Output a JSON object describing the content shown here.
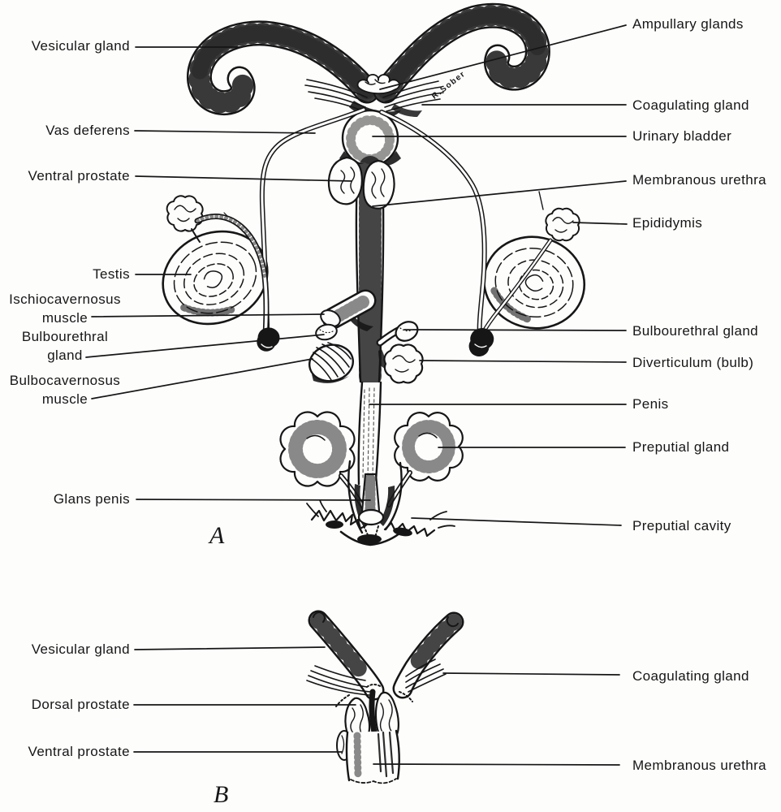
{
  "figure": {
    "description": "Anatomical line diagram of male reproductive organs, two panels",
    "colors": {
      "ink": "#161616",
      "background": "#fdfdfc"
    },
    "panel_a": {
      "letter": "A",
      "signature": "R.Sober",
      "labels_left": [
        {
          "id": "vesicular-gland",
          "line1": "Vesicular gland"
        },
        {
          "id": "vas-deferens",
          "line1": "Vas deferens"
        },
        {
          "id": "ventral-prostate",
          "line1": "Ventral prostate"
        },
        {
          "id": "testis",
          "line1": "Testis"
        },
        {
          "id": "ischiocavernosus-muscle",
          "line1": "Ischiocavernosus",
          "line2": "muscle"
        },
        {
          "id": "bulbourethral-gland-left",
          "line1": "Bulbourethral",
          "line2": "gland"
        },
        {
          "id": "bulbocavernosus-muscle",
          "line1": "Bulbocavernosus",
          "line2": "muscle"
        },
        {
          "id": "glans-penis",
          "line1": "Glans penis"
        }
      ],
      "labels_right": [
        {
          "id": "ampullary-glands",
          "line1": "Ampullary glands"
        },
        {
          "id": "coagulating-gland",
          "line1": "Coagulating gland"
        },
        {
          "id": "urinary-bladder",
          "line1": "Urinary bladder"
        },
        {
          "id": "membranous-urethra",
          "line1": "Membranous urethra"
        },
        {
          "id": "epididymis",
          "line1": "Epididymis"
        },
        {
          "id": "bulbourethral-gland-right",
          "line1": "Bulbourethral gland"
        },
        {
          "id": "diverticulum-bulb",
          "line1": "Diverticulum (bulb)"
        },
        {
          "id": "penis",
          "line1": "Penis"
        },
        {
          "id": "preputial-gland",
          "line1": "Preputial gland"
        },
        {
          "id": "preputial-cavity",
          "line1": "Preputial cavity"
        }
      ]
    },
    "panel_b": {
      "letter": "B",
      "labels_left": [
        {
          "id": "vesicular-gland-b",
          "line1": "Vesicular gland"
        },
        {
          "id": "dorsal-prostate-b",
          "line1": "Dorsal prostate"
        },
        {
          "id": "ventral-prostate-b",
          "line1": "Ventral prostate"
        }
      ],
      "labels_right": [
        {
          "id": "coagulating-gland-b",
          "line1": "Coagulating gland"
        },
        {
          "id": "membranous-urethra-b",
          "line1": "Membranous urethra"
        }
      ]
    }
  }
}
